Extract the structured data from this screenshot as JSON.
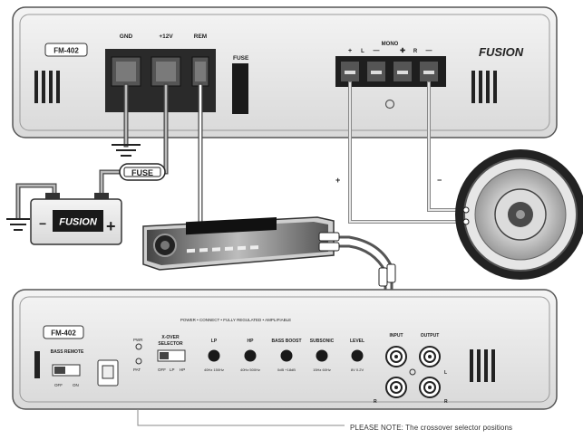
{
  "top_amp": {
    "model": "FM-402",
    "brand": "FUSION",
    "terminals": {
      "gnd": "GND",
      "plus12v": "+12V",
      "rem": "REM",
      "fuse": "FUSE"
    },
    "speaker_terminals": {
      "mono": "MONO",
      "left_plus": "+",
      "left_label": "L",
      "left_minus": "—",
      "right_plus": "✚",
      "right_label": "R",
      "right_minus": "—"
    }
  },
  "inline_fuse": {
    "label": "FUSE"
  },
  "battery": {
    "brand": "FUSION",
    "minus": "−",
    "plus": "+"
  },
  "wiring": {
    "plus_sign": "+",
    "minus_sign": "−"
  },
  "bottom_amp": {
    "model": "FM-402",
    "header": "POWER • CONNECT • FULLY REGULATED • AMPLIFIABLE",
    "bass_remote": "BASS REMOTE",
    "switch_off": "OFF",
    "switch_on": "ON",
    "pwr": "PWR",
    "pat": "PAT",
    "selector_title_1": "X-OVER",
    "selector_title_2": "SELECTOR",
    "selector_opts": [
      "OFF",
      "LP",
      "HP"
    ],
    "knobs": [
      {
        "name": "LP",
        "range": "40Hz 150Hz"
      },
      {
        "name": "HP",
        "range": "40Hz 500Hz"
      },
      {
        "name": "BASS BOOST",
        "range": "0dB +18dB"
      },
      {
        "name": "SUBSONIC",
        "range": "15Hz 60Hz"
      },
      {
        "name": "LEVEL",
        "range": "8V 0.2V"
      }
    ],
    "input": "INPUT",
    "output": "OUTPUT",
    "ch_l": "L",
    "ch_r": "R"
  },
  "note": "PLEASE NOTE: The crossover selector positions"
}
